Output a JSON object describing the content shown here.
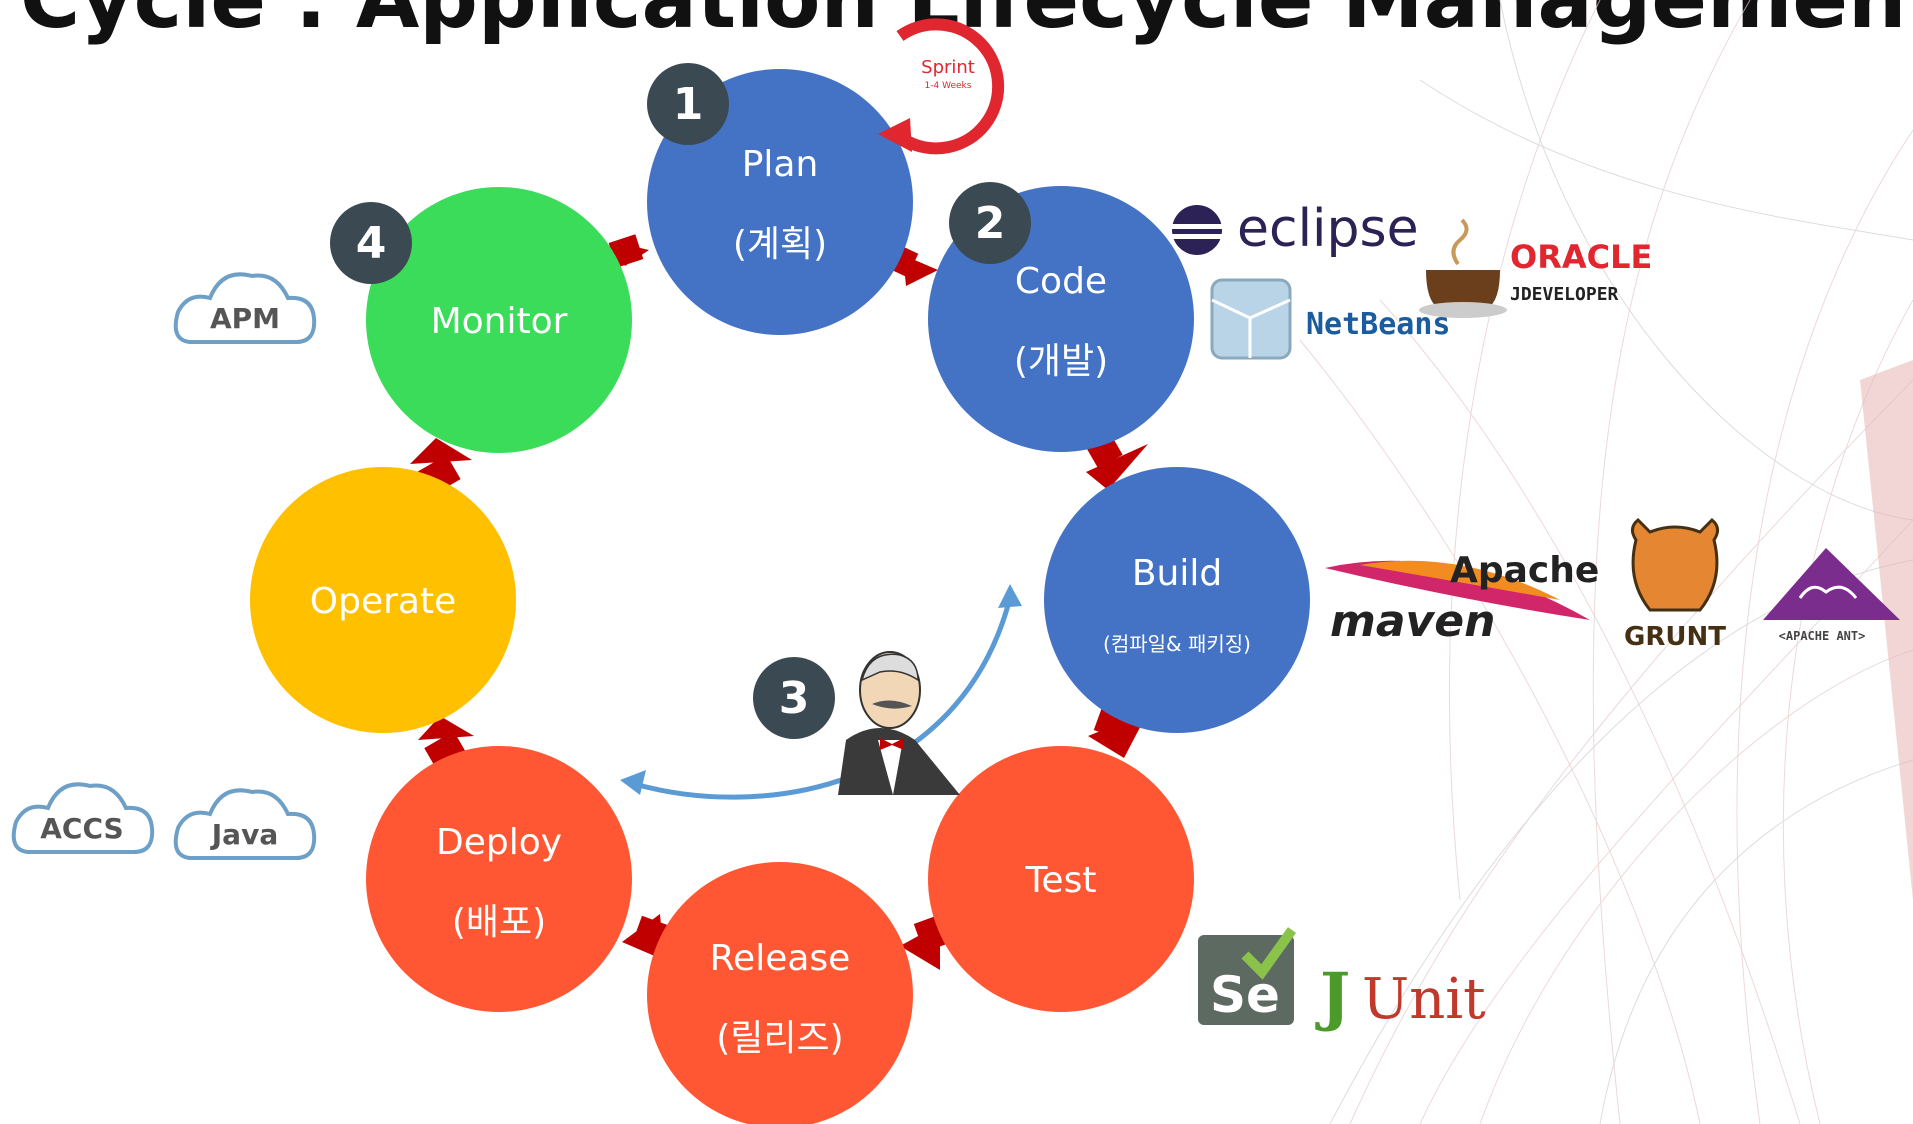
{
  "title": "Cycle : Application Lifecycle Management",
  "stages": [
    {
      "label": "Plan",
      "sub": "(계획)",
      "color": "#4472c4"
    },
    {
      "label": "Code",
      "sub": "(개발)",
      "color": "#4472c4"
    },
    {
      "label": "Build",
      "sub": "(컴파일& 패키징)",
      "color": "#4472c4"
    },
    {
      "label": "Test",
      "sub": "",
      "color": "#ff5733"
    },
    {
      "label": "Release",
      "sub": "(릴리즈)",
      "color": "#ff5733"
    },
    {
      "label": "Deploy",
      "sub": "(배포)",
      "color": "#ff5733"
    },
    {
      "label": "Operate",
      "sub": "",
      "color": "#ffc000"
    },
    {
      "label": "Monitor",
      "sub": "",
      "color": "#3bdc5a"
    }
  ],
  "badges": [
    "1",
    "2",
    "3",
    "4"
  ],
  "sprint": {
    "label": "Sprint",
    "sub": "1-4 Weeks",
    "color": "#e0262f"
  },
  "clouds": [
    "APM",
    "ACCS",
    "Java"
  ],
  "tools": {
    "eclipse": "eclipse",
    "netbeans": "NetBeans",
    "oracle": "ORACLE",
    "jdeveloper": "JDEVELOPER",
    "apache": "Apache",
    "maven": "maven",
    "grunt": "GRUNT",
    "ant": "<APACHE ANT>",
    "selenium": "Se",
    "junit_j": "J",
    "junit_unit": "Unit"
  },
  "colors": {
    "arrow": "#c00000",
    "badge": "#3b4a52",
    "cloud": "#6e9fc7",
    "jenkins_arrow": "#5b9bd5"
  }
}
